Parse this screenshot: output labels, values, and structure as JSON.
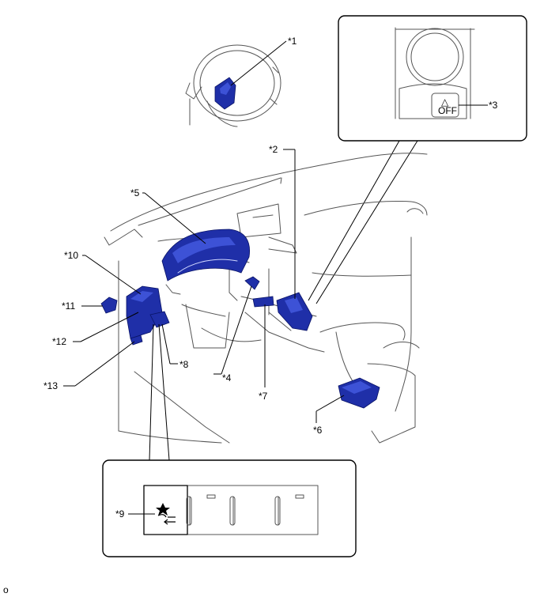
{
  "callouts": {
    "c1": "*1",
    "c2": "*2",
    "c3": "*3",
    "c4": "*4",
    "c5": "*5",
    "c6": "*6",
    "c7": "*7",
    "c8": "*8",
    "c9": "*9",
    "c10": "*10",
    "c11": "*11",
    "c12": "*12",
    "c13": "*13"
  },
  "switch_label": "OFF",
  "footer_code": "o",
  "colors": {
    "component": "#1f2fa8",
    "component_highlight": "#3d52d6",
    "outline": "#555555"
  }
}
